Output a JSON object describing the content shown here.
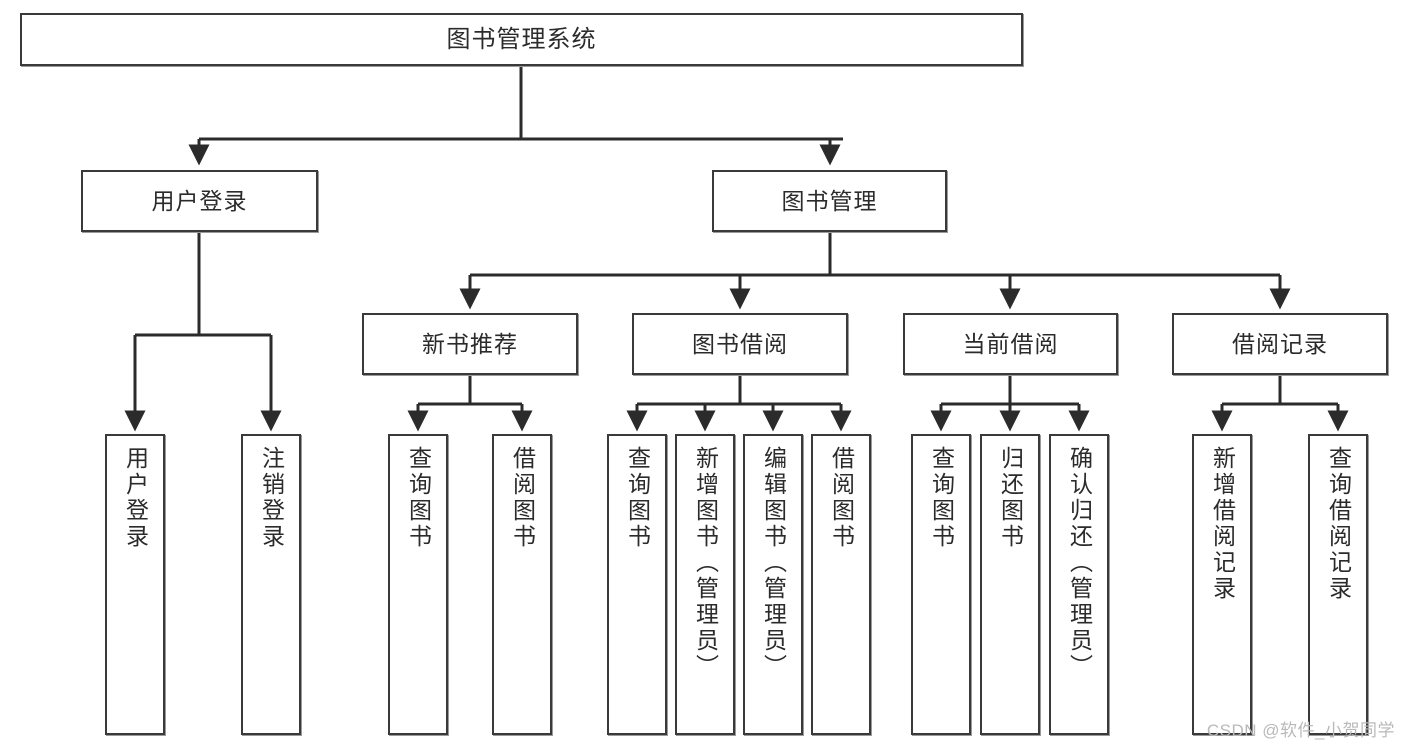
{
  "diagram": {
    "type": "tree-hierarchy",
    "title": "图书管理系统",
    "watermark": "CSDN @软件_小贺同学",
    "colors": {
      "background": "#ffffff",
      "box_border": "#3a3a3a",
      "box_fill": "#ffffff",
      "text": "#2b2b2b",
      "edge": "#2b2b2b",
      "watermark": "#b9b9b9"
    },
    "nodes": {
      "root": {
        "label": "图书管理系统"
      },
      "level2": [
        {
          "id": "user-login",
          "label": "用户登录"
        },
        {
          "id": "book-management",
          "label": "图书管理"
        }
      ],
      "level3": [
        {
          "id": "new-book-recommend",
          "label": "新书推荐"
        },
        {
          "id": "book-borrow",
          "label": "图书借阅"
        },
        {
          "id": "current-borrow",
          "label": "当前借阅"
        },
        {
          "id": "borrow-record",
          "label": "借阅记录"
        }
      ],
      "leaves": [
        {
          "id": "leaf-user-login",
          "label": "用户登录",
          "parent": "user-login"
        },
        {
          "id": "leaf-user-logout",
          "label": "注销登录",
          "parent": "user-login"
        },
        {
          "id": "leaf-query-book-1",
          "label": "查询图书",
          "parent": "new-book-recommend"
        },
        {
          "id": "leaf-borrow-book-1",
          "label": "借阅图书",
          "parent": "new-book-recommend"
        },
        {
          "id": "leaf-query-book-2",
          "label": "查询图书",
          "parent": "book-borrow"
        },
        {
          "id": "leaf-add-book",
          "label": "新增图书（管理员）",
          "parent": "book-borrow"
        },
        {
          "id": "leaf-edit-book",
          "label": "编辑图书（管理员）",
          "parent": "book-borrow"
        },
        {
          "id": "leaf-borrow-book-2",
          "label": "借阅图书",
          "parent": "book-borrow"
        },
        {
          "id": "leaf-query-book-3",
          "label": "查询图书",
          "parent": "current-borrow"
        },
        {
          "id": "leaf-return-book",
          "label": "归还图书",
          "parent": "current-borrow"
        },
        {
          "id": "leaf-confirm-return",
          "label": "确认归还（管理员）",
          "parent": "current-borrow"
        },
        {
          "id": "leaf-add-record",
          "label": "新增借阅记录",
          "parent": "borrow-record"
        },
        {
          "id": "leaf-query-record",
          "label": "查询借阅记录",
          "parent": "borrow-record"
        }
      ]
    }
  }
}
